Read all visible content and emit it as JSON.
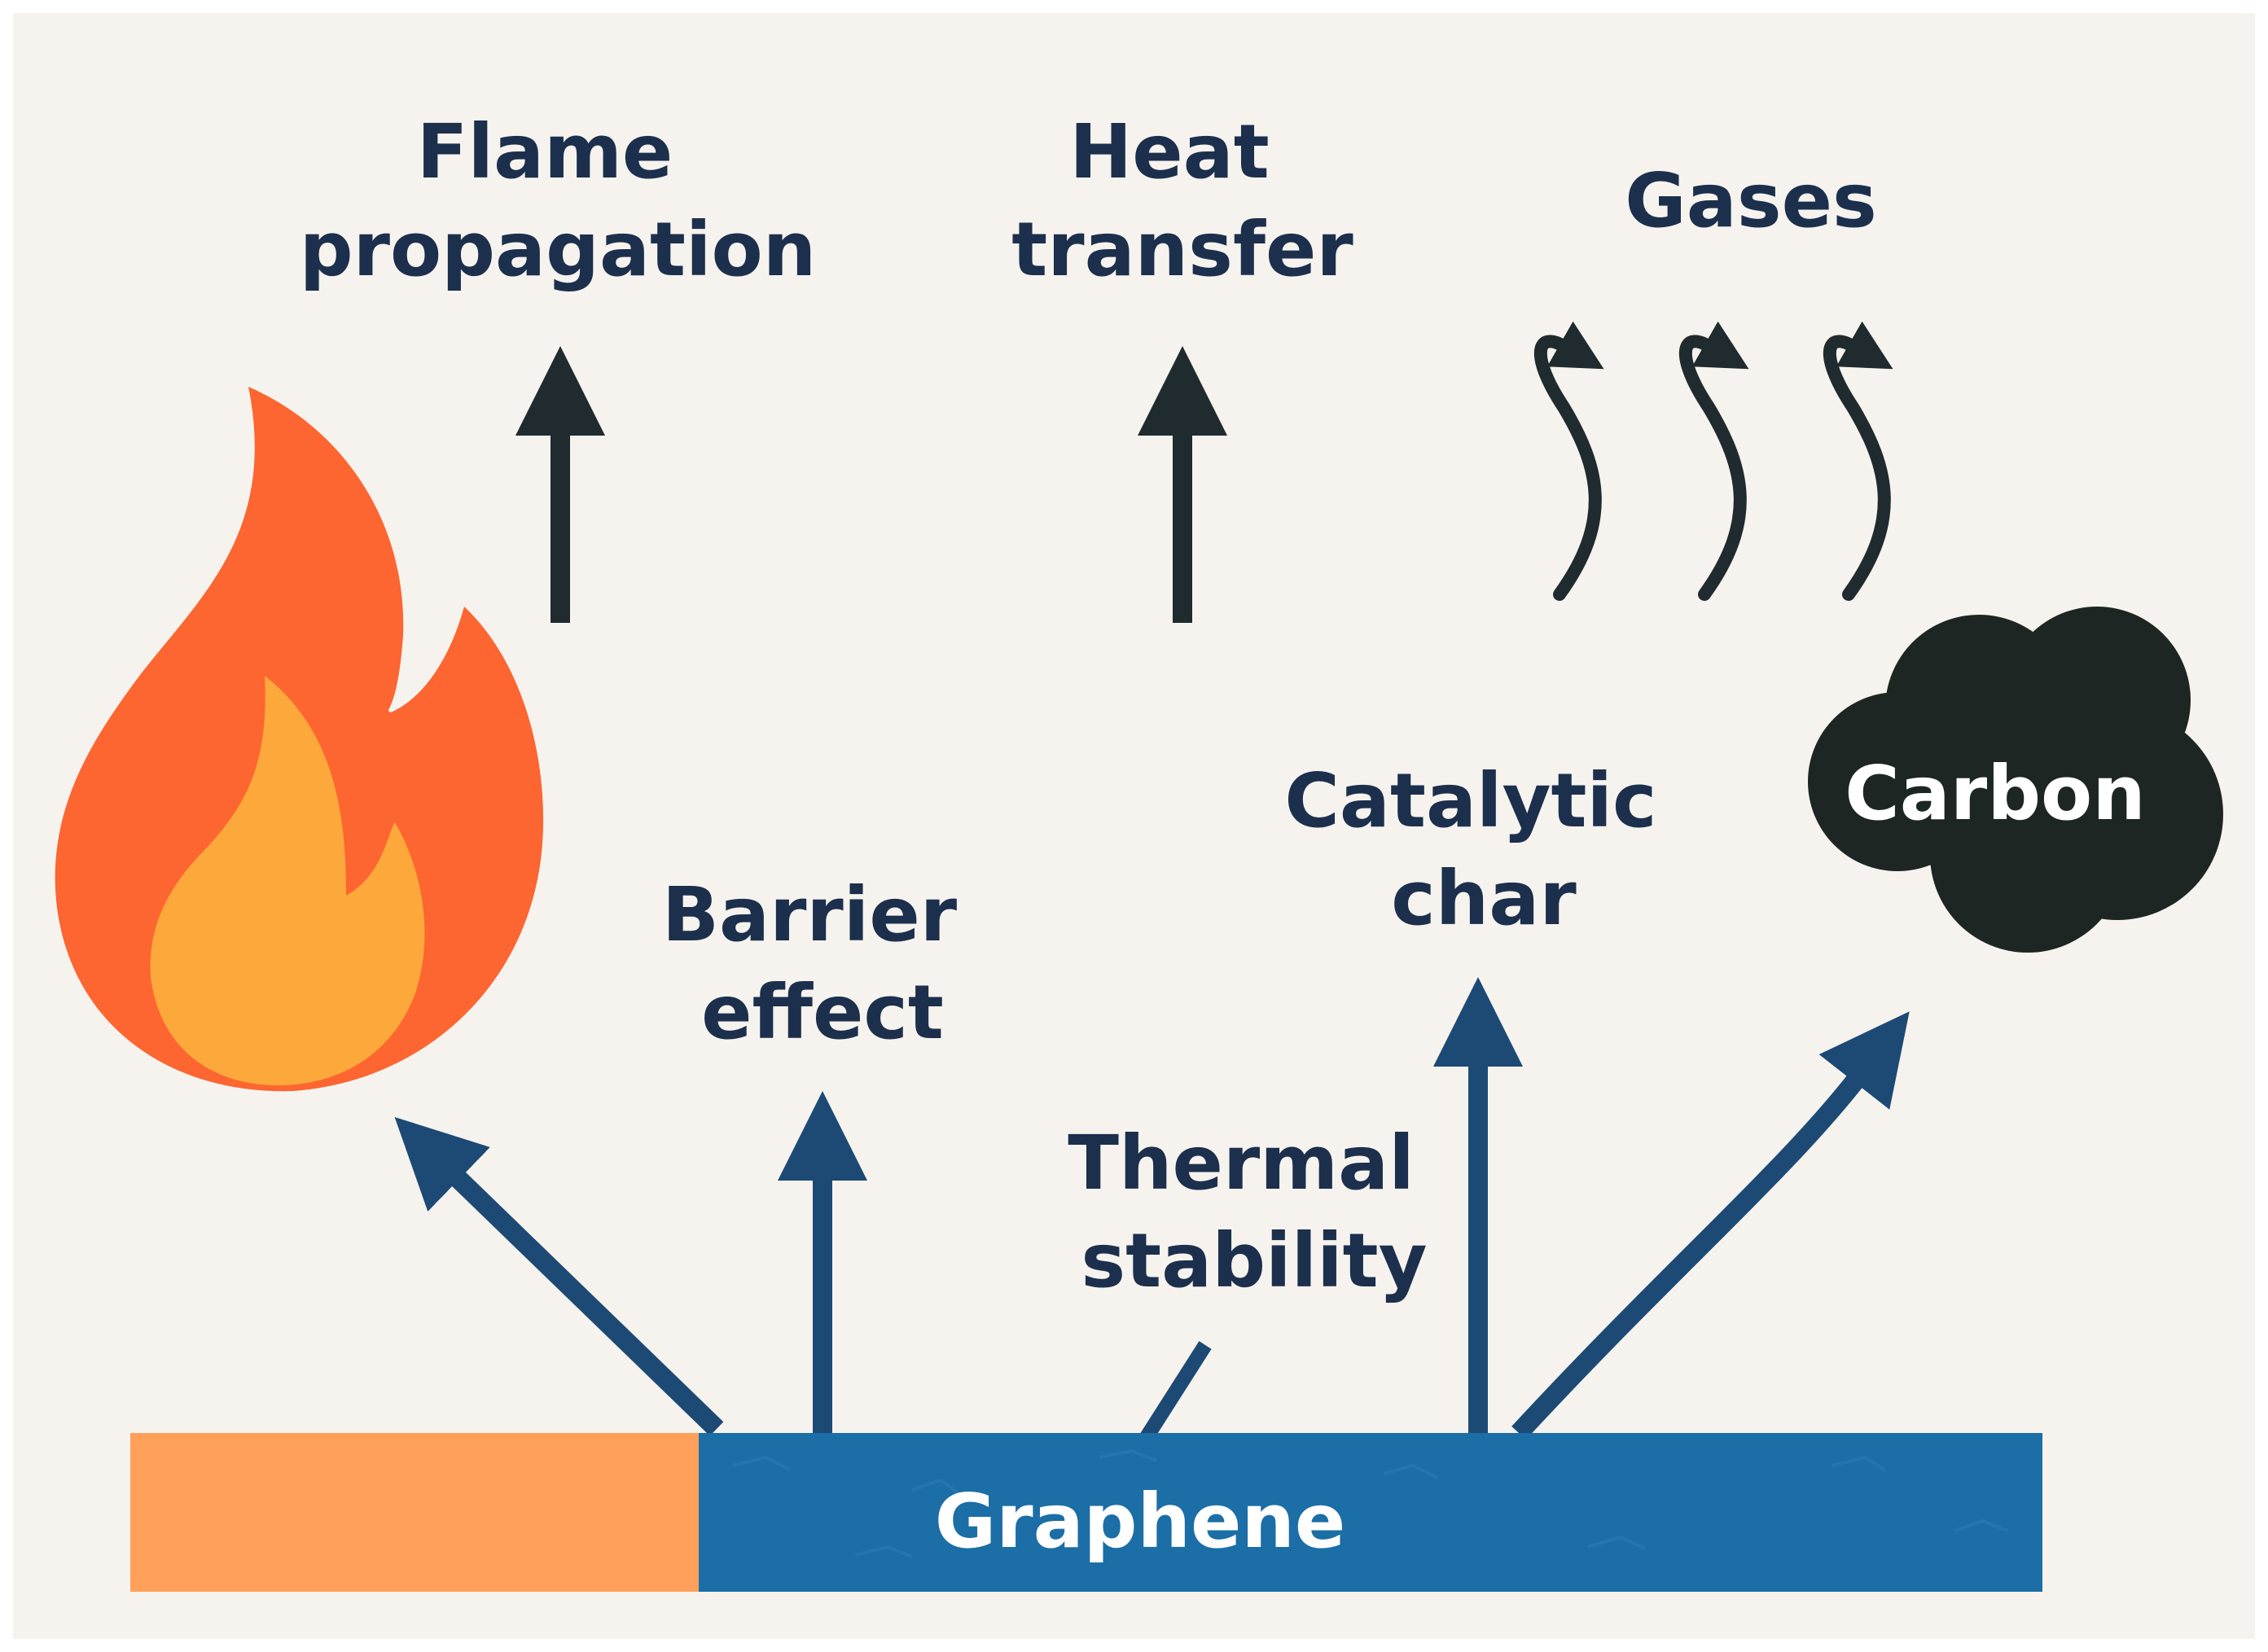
{
  "labels": {
    "flame_propagation": [
      "Flame",
      "propagation"
    ],
    "heat_transfer": [
      "Heat",
      "transfer"
    ],
    "gases": "Gases",
    "barrier_effect": [
      "Barrier",
      "effect"
    ],
    "catalytic_char": [
      "Catalytic",
      "char"
    ],
    "thermal_stability": [
      "Thermal",
      "stability"
    ],
    "carbon": "Carbon",
    "graphene": "Graphene"
  },
  "colors": {
    "background": "#f6f3ee",
    "text_dark": "#1c2f4d",
    "arrow_dark": "#1f2b2e",
    "arrow_blue": "#1c4a75",
    "flame_outer": "#fd6531",
    "flame_inner": "#fca83a",
    "substrate": "#fea05a",
    "graphene": "#1b6ea6",
    "carbon_cloud": "#1d2623"
  },
  "icons": [
    "flame-icon",
    "gas-wave-arrow-icon",
    "carbon-cloud-icon"
  ]
}
